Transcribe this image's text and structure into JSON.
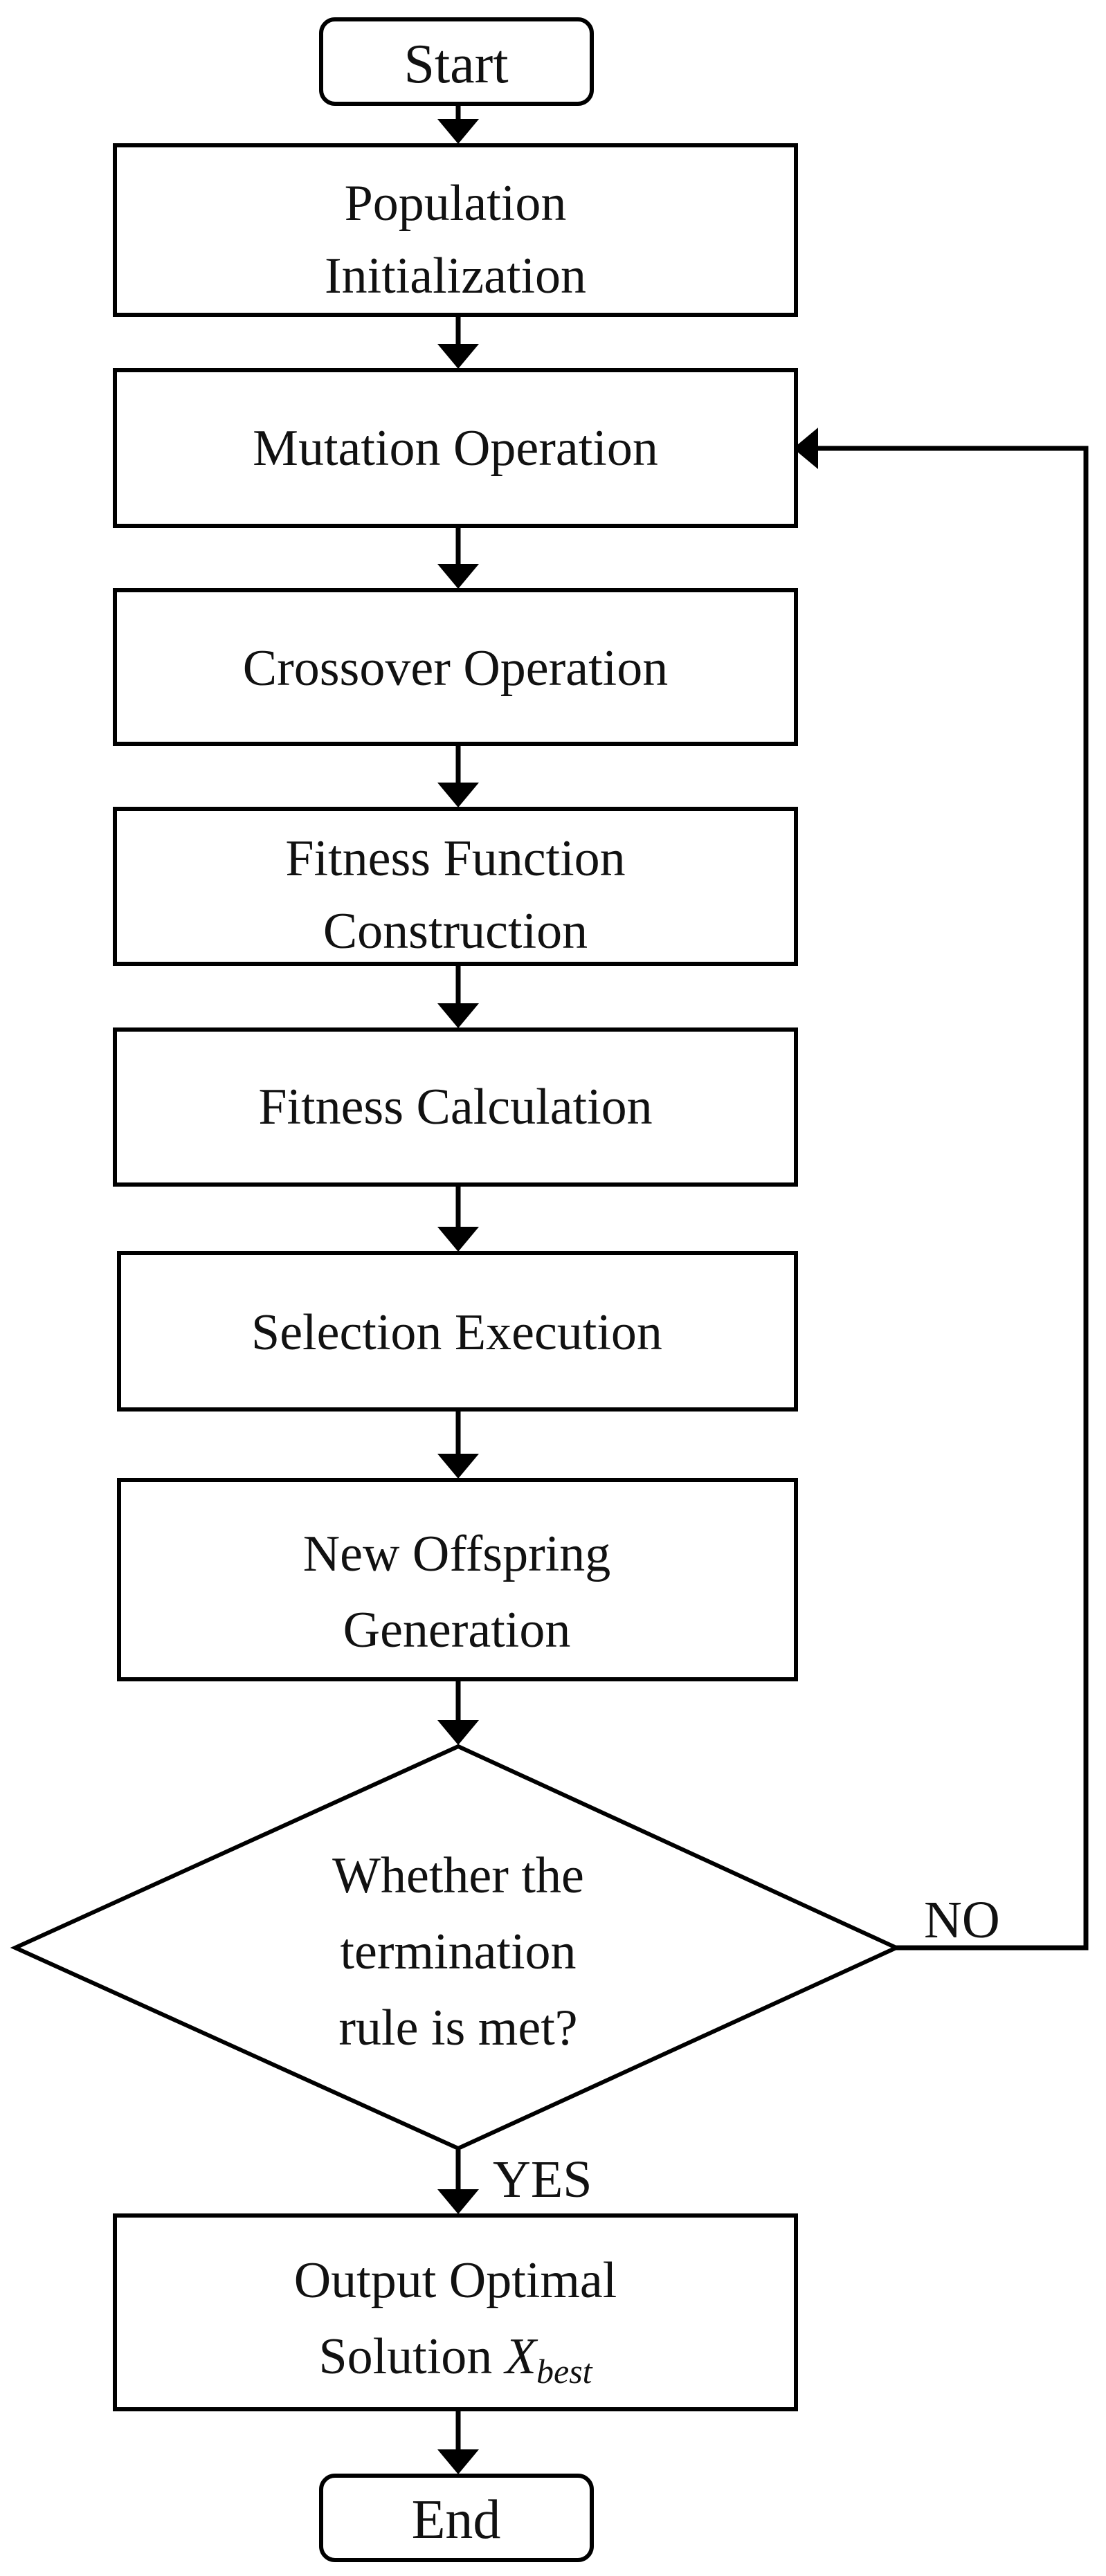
{
  "flowchart": {
    "nodes": {
      "start": {
        "label": "Start"
      },
      "population_init": {
        "lines": [
          "Population",
          "Initialization"
        ]
      },
      "mutation": {
        "label": "Mutation Operation"
      },
      "crossover": {
        "label": "Crossover Operation"
      },
      "fitness_function": {
        "lines": [
          "Fitness Function",
          "Construction"
        ]
      },
      "fitness_calc": {
        "label": "Fitness Calculation"
      },
      "selection": {
        "label": "Selection Execution"
      },
      "offspring": {
        "lines": [
          "New Offspring",
          "Generation"
        ]
      },
      "decision": {
        "lines": [
          "Whether the",
          "termination",
          "rule is met?"
        ]
      },
      "output": {
        "line1": "Output Optimal",
        "line2_text": "Solution ",
        "math_var": "X",
        "math_sub": "best"
      },
      "end": {
        "label": "End"
      }
    },
    "edges": {
      "no_label": "NO",
      "yes_label": "YES"
    }
  }
}
